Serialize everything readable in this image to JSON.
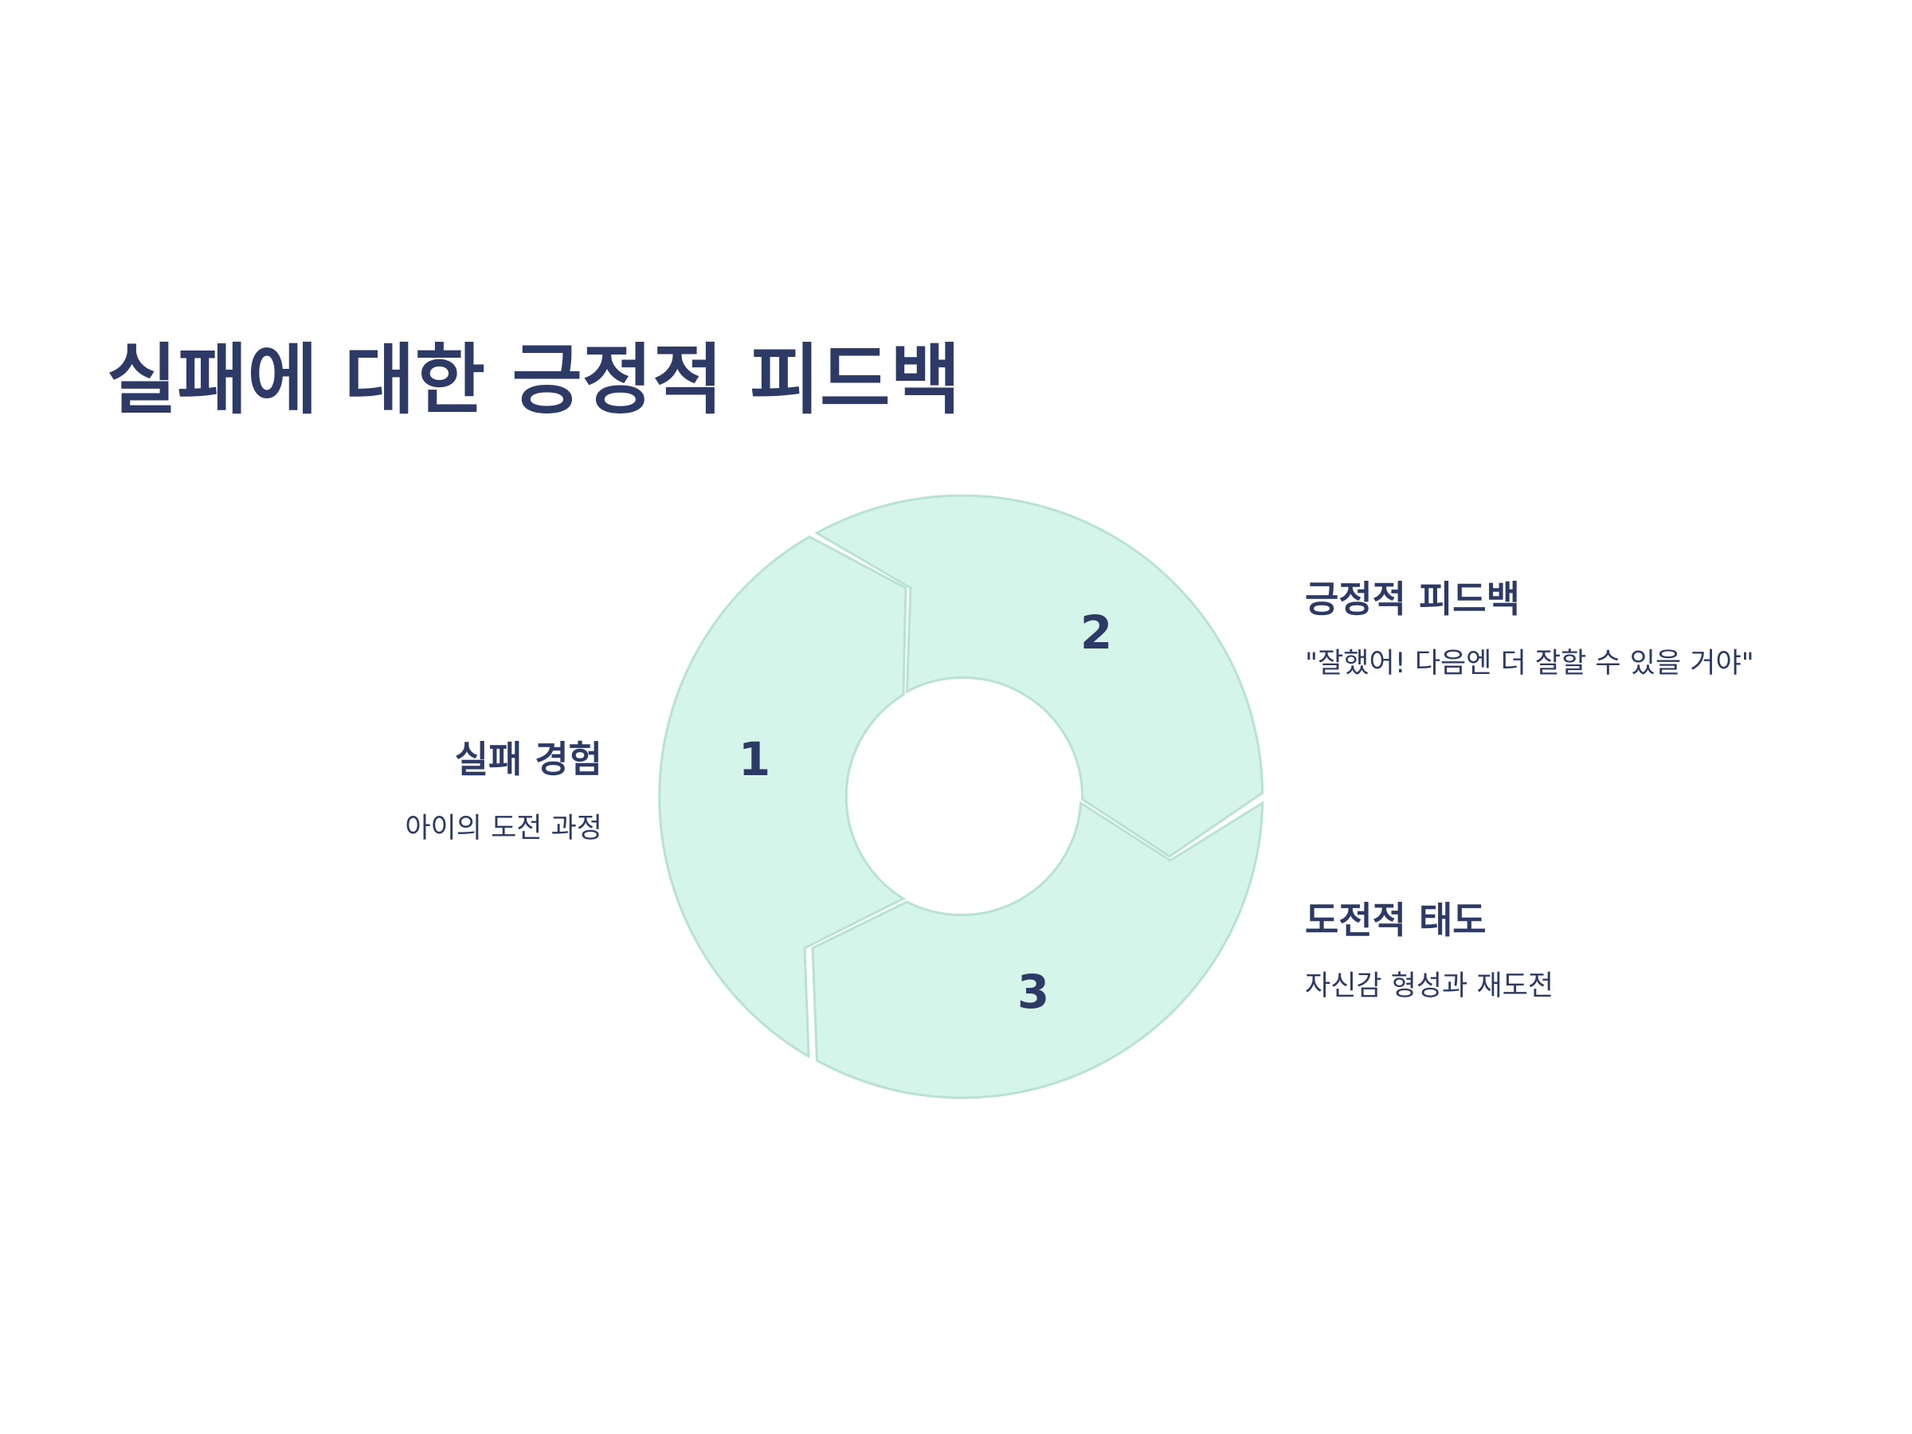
{
  "title": "실패에 대한 긍정적 피드백",
  "colors": {
    "text": "#2d3a66",
    "segment_fill": "#d5f5eb",
    "segment_stroke": "#b8e2d3",
    "background": "#ffffff"
  },
  "steps": [
    {
      "number": "1",
      "heading": "실패 경험",
      "description": "아이의 도전 과정"
    },
    {
      "number": "2",
      "heading": "긍정적 피드백",
      "description": "\"잘했어! 다음엔 더 잘할 수 있을 거야\""
    },
    {
      "number": "3",
      "heading": "도전적 태도",
      "description": "자신감 형성과 재도전"
    }
  ]
}
